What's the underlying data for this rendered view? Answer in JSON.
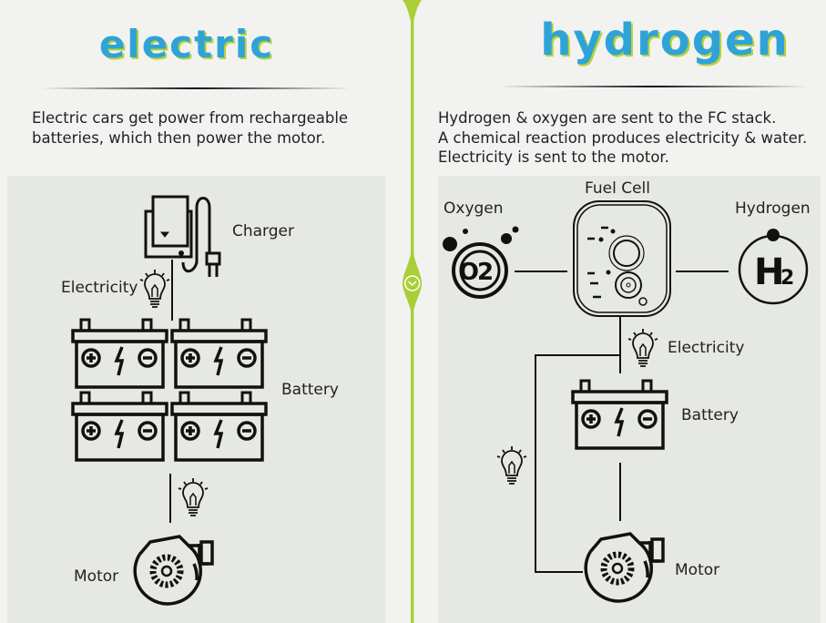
{
  "electric": {
    "title": "electric",
    "description": "Electric cars get power from rechargeable\nbatteries, which then power the motor.",
    "labels": {
      "charger": "Charger",
      "electricity": "Electricity",
      "battery": "Battery",
      "motor": "Motor"
    }
  },
  "hydrogen": {
    "title": "hydrogen",
    "description": "Hydrogen & oxygen are sent to the FC stack.\nA chemical reaction produces electricity & water.\nElectricity is sent to the motor.",
    "labels": {
      "fuel_cell": "Fuel Cell",
      "oxygen": "Oxygen",
      "hydrogen": "Hydrogen",
      "electricity": "Electricity",
      "battery": "Battery",
      "motor": "Motor"
    },
    "o2_symbol": "O2",
    "h2_symbol": "H2"
  },
  "colors": {
    "accent_green": "#a9cf38",
    "title_blue": "#2fa3d8",
    "panel": "#e6e8e3"
  }
}
